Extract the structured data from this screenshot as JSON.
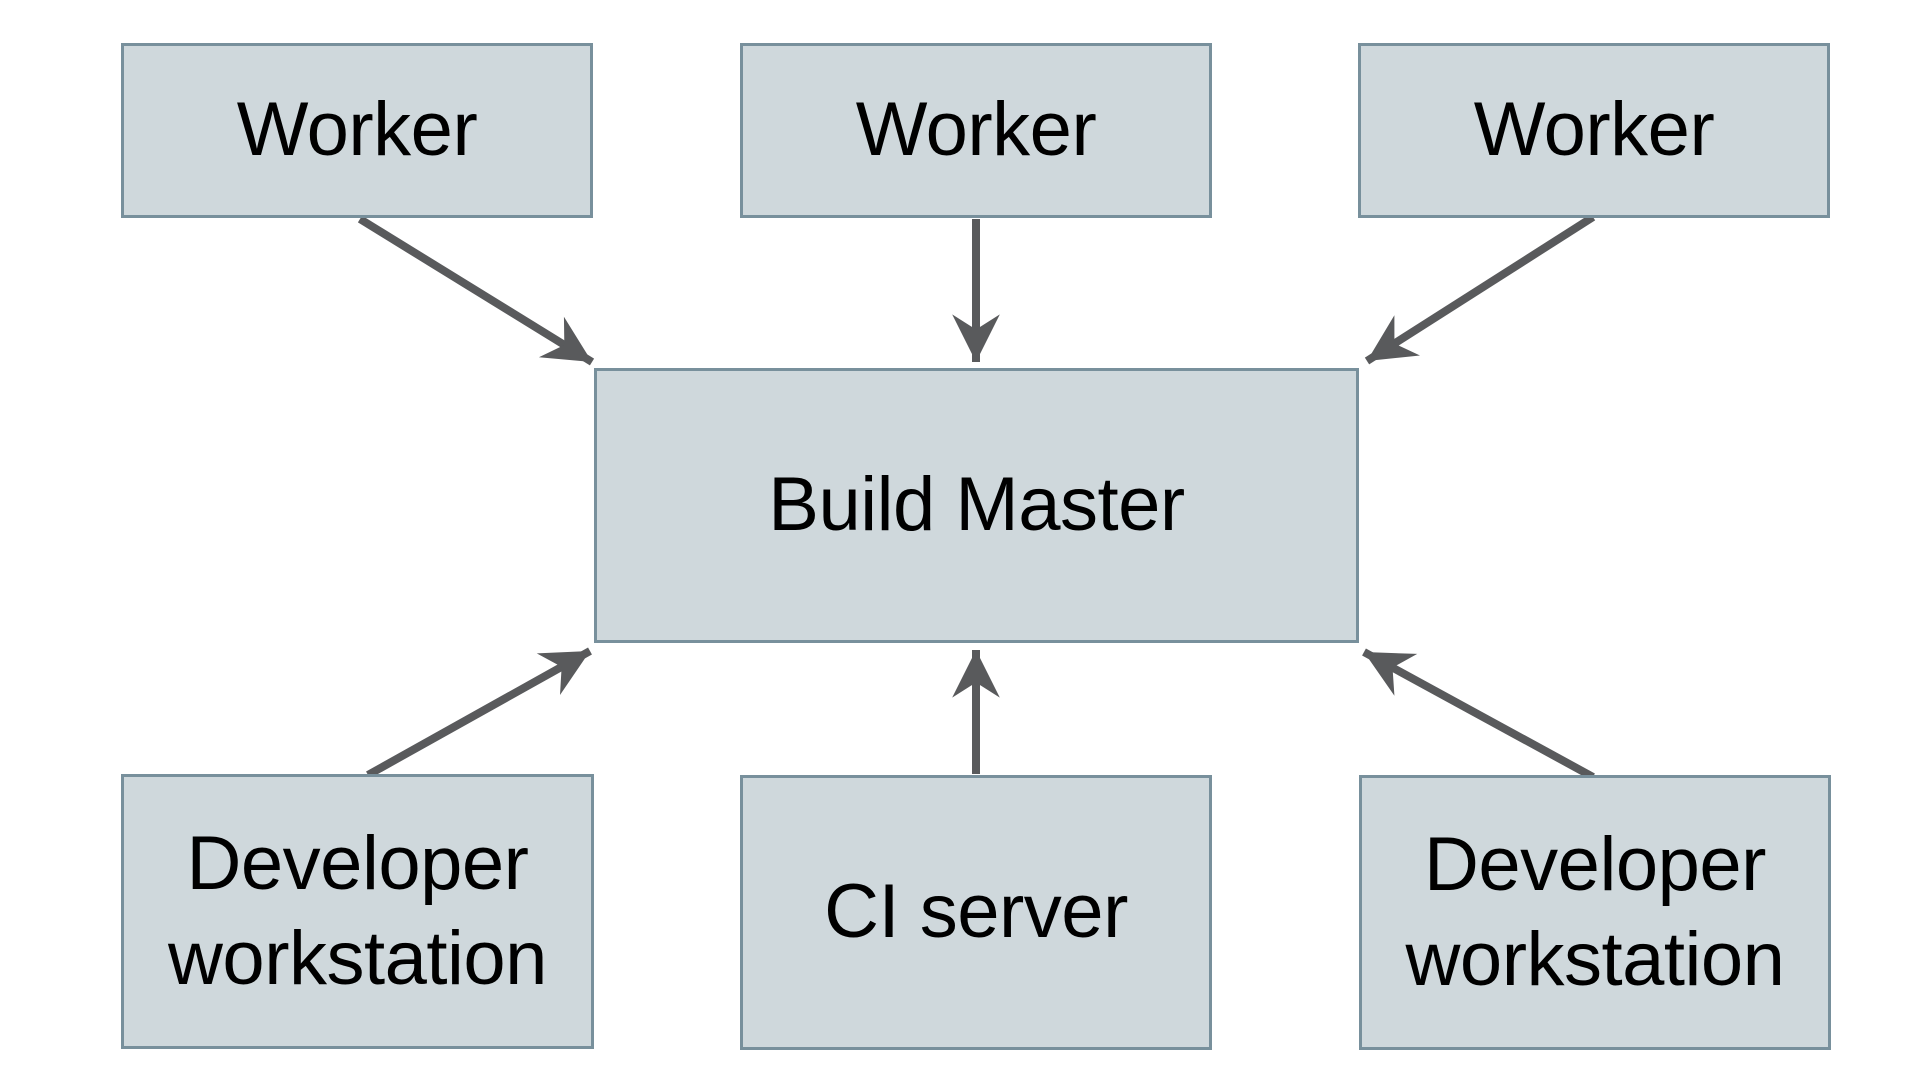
{
  "diagram": {
    "description": "Distributed build system architecture diagram",
    "nodes": {
      "worker1": {
        "label": "Worker"
      },
      "worker2": {
        "label": "Worker"
      },
      "worker3": {
        "label": "Worker"
      },
      "build_master": {
        "label": "Build Master"
      },
      "dev_workstation1": {
        "label": "Developer\nworkstation"
      },
      "ci_server": {
        "label": "CI server"
      },
      "dev_workstation2": {
        "label": "Developer\nworkstation"
      }
    },
    "edges": [
      {
        "from": "worker1",
        "to": "build_master"
      },
      {
        "from": "worker2",
        "to": "build_master"
      },
      {
        "from": "worker3",
        "to": "build_master"
      },
      {
        "from": "dev_workstation1",
        "to": "build_master"
      },
      {
        "from": "ci_server",
        "to": "build_master"
      },
      {
        "from": "dev_workstation2",
        "to": "build_master"
      }
    ],
    "colors": {
      "background": "#ffffff",
      "node_fill": "#cfd8dc",
      "node_border": "#78909c",
      "arrow": "#595a5c",
      "text": "#000000"
    }
  }
}
